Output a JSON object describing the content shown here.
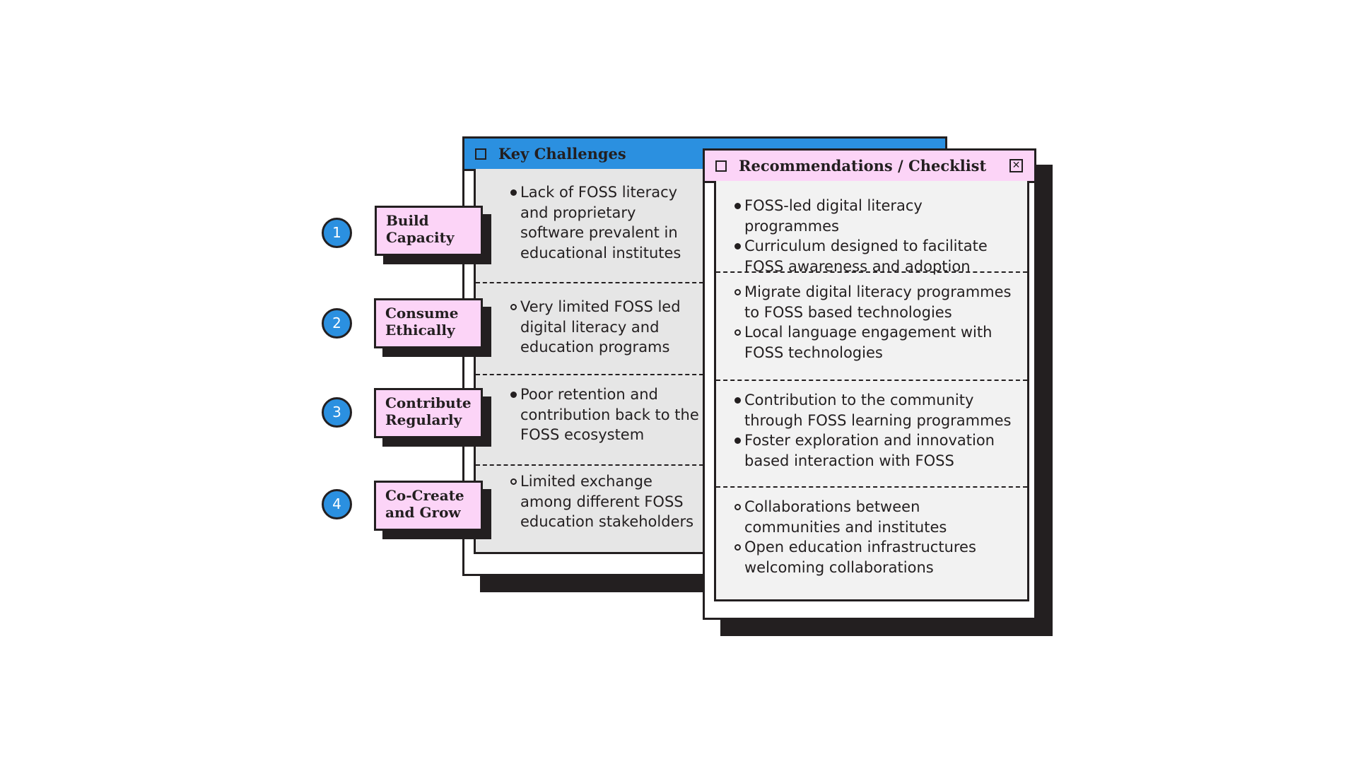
{
  "colors": {
    "accent_blue": "#2b90e0",
    "accent_pink": "#fcd4f7",
    "ink": "#231f20",
    "challenge_panel": "#e6e6e6",
    "recommendation_panel": "#f2f2f2"
  },
  "steps": [
    {
      "number": "1",
      "label": "Build Capacity"
    },
    {
      "number": "2",
      "label": "Consume Ethically"
    },
    {
      "number": "3",
      "label": "Contribute Regularly"
    },
    {
      "number": "4",
      "label": "Co-Create and Grow"
    }
  ],
  "challenges_window": {
    "title": "Key Challenges",
    "title_icon": "window-checkbox-icon",
    "items": [
      "Lack of FOSS literacy and proprietary software prevalent in educational institutes",
      "Very limited FOSS led digital literacy and education programs",
      "Poor retention and contribution back to the FOSS ecosystem",
      "Limited exchange among different FOSS education stakeholders"
    ]
  },
  "recommendations_window": {
    "title": "Recommendations / Checklist",
    "title_icon": "window-checkbox-icon",
    "close_icon": "close-icon",
    "close_glyph": "✕",
    "groups": [
      [
        "FOSS-led digital literacy programmes",
        "Curriculum designed to facilitate FOSS awareness and adoption"
      ],
      [
        "Migrate digital literacy programmes to FOSS based technologies",
        "Local language engagement with FOSS technologies"
      ],
      [
        "Contribution to the community through FOSS learning programmes",
        "Foster exploration and innovation based interaction with FOSS"
      ],
      [
        "Collaborations between communities and institutes",
        "Open education infrastructures welcoming collaborations"
      ]
    ]
  }
}
